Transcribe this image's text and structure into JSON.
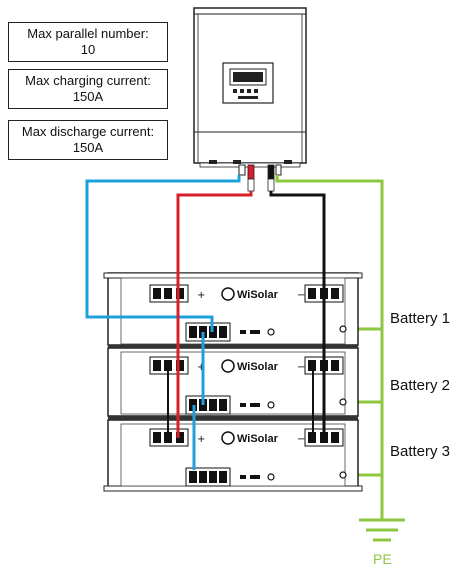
{
  "info_boxes": [
    {
      "line1": "Max parallel number:",
      "line2": "10"
    },
    {
      "line1": "Max charging current:",
      "line2": "150A"
    },
    {
      "line1": "Max discharge current:",
      "line2": "150A"
    }
  ],
  "batteries": [
    {
      "label": "Battery 1",
      "brand": "WiSolar"
    },
    {
      "label": "Battery 2",
      "brand": "WiSolar"
    },
    {
      "label": "Battery 3",
      "brand": "WiSolar"
    }
  ],
  "ground_label": "PE",
  "colors": {
    "ground": "#8dc63f",
    "comm_cable": "#1ea0dc",
    "positive": "#d7202a",
    "negative": "#111111"
  },
  "icons": [
    "inverter-icon",
    "battery-module-icon",
    "ground-symbol-icon"
  ]
}
